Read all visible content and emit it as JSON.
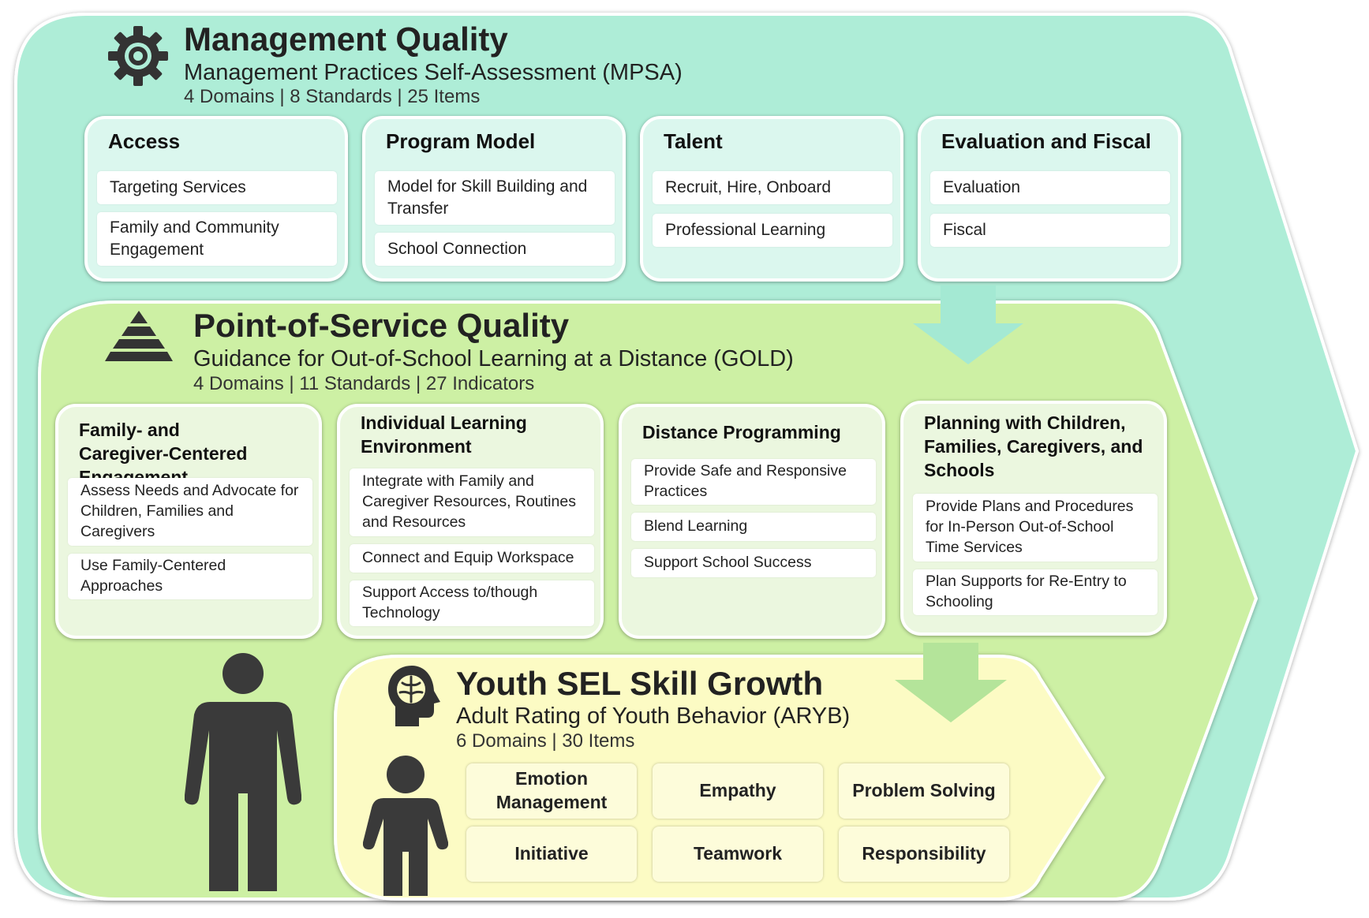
{
  "colors": {
    "management_tier": "#aeedd7",
    "pos_tier": "#cdf0a4",
    "sel_tier": "#fcfbc4",
    "icon": "#333333"
  },
  "management": {
    "icon": "gear-icon",
    "title": "Management Quality",
    "subtitle": "Management Practices Self-Assessment (MPSA)",
    "meta": "4 Domains | 8 Standards | 25 Items",
    "domains": [
      {
        "title": "Access",
        "items": [
          "Targeting Services",
          "Family and Community Engagement"
        ]
      },
      {
        "title": "Program Model",
        "items": [
          "Model for Skill Building and Transfer",
          "School Connection"
        ]
      },
      {
        "title": "Talent",
        "items": [
          "Recruit, Hire, Onboard",
          "Professional Learning"
        ]
      },
      {
        "title": "Evaluation and Fiscal",
        "items": [
          "Evaluation",
          "Fiscal"
        ]
      }
    ]
  },
  "pos": {
    "icon": "pyramid-icon",
    "title": "Point-of-Service Quality",
    "subtitle": "Guidance for Out-of-School Learning at a Distance (GOLD)",
    "meta": "4 Domains | 11 Standards | 27 Indicators",
    "domains": [
      {
        "title": "Family- and Caregiver-Centered Engagement",
        "items": [
          "Assess Needs and Advocate for Children, Families and Caregivers",
          "Use Family-Centered Approaches"
        ]
      },
      {
        "title": "Individual Learning Environment",
        "items": [
          "Integrate with Family and Caregiver Resources, Routines and Resources",
          "Connect and Equip Workspace",
          "Support Access to/though Technology"
        ]
      },
      {
        "title": "Distance Programming",
        "items": [
          "Provide Safe and Responsive Practices",
          "Blend Learning",
          "Support School Success"
        ]
      },
      {
        "title": "Planning with Children, Families, Caregivers, and Schools",
        "items": [
          "Provide Plans and Procedures for In-Person Out-of-School Time Services",
          "Plan Supports for Re-Entry to Schooling"
        ]
      }
    ]
  },
  "sel": {
    "icon": "brain-head-icon",
    "title": "Youth SEL Skill Growth",
    "subtitle": "Adult Rating of Youth Behavior (ARYB)",
    "meta": "6 Domains | 30 Items",
    "skills": [
      "Emotion Management",
      "Empathy",
      "Problem Solving",
      "Initiative",
      "Teamwork",
      "Responsibility"
    ]
  }
}
